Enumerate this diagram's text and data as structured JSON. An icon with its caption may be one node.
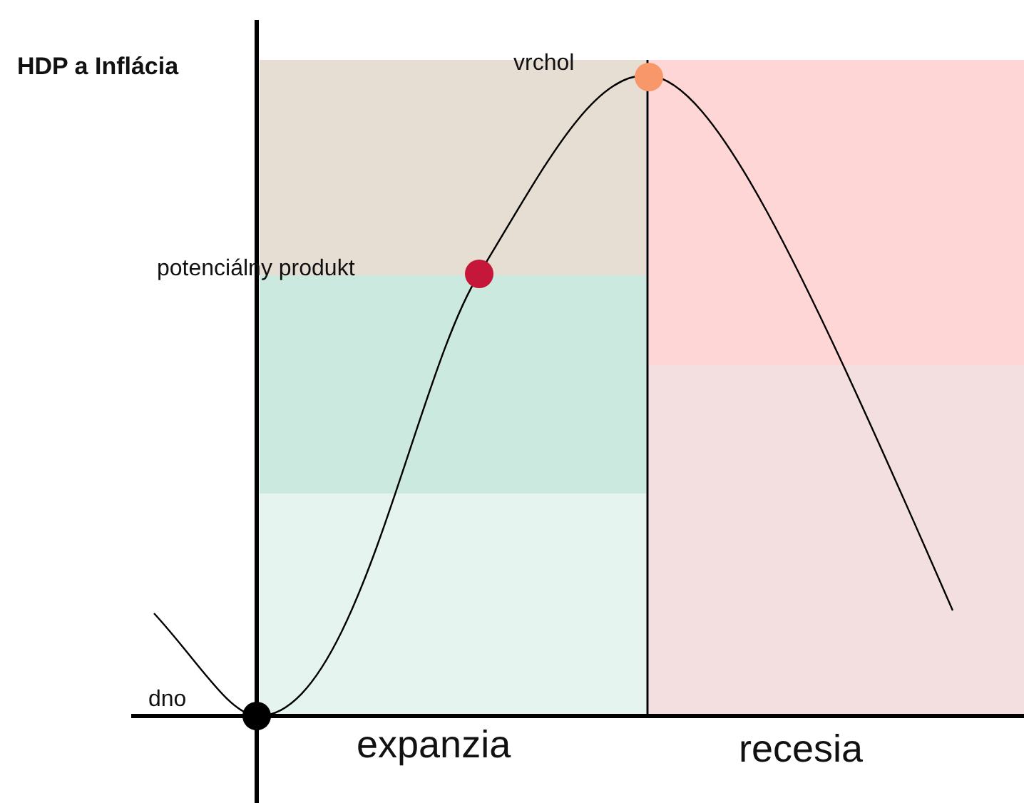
{
  "diagram": {
    "nodes": [
      {
        "text": [],
        "shape": "circle",
        "beside": [
          "vrchol"
        ]
      },
      {
        "text": [],
        "shape": "circle"
      },
      {
        "text": [],
        "shape": "circle",
        "beside": [
          "dno"
        ]
      }
    ],
    "edges": [],
    "labels": [
      "HDP a Inflácia",
      "potenciálny produkt",
      "expanzia",
      "recesia"
    ]
  }
}
